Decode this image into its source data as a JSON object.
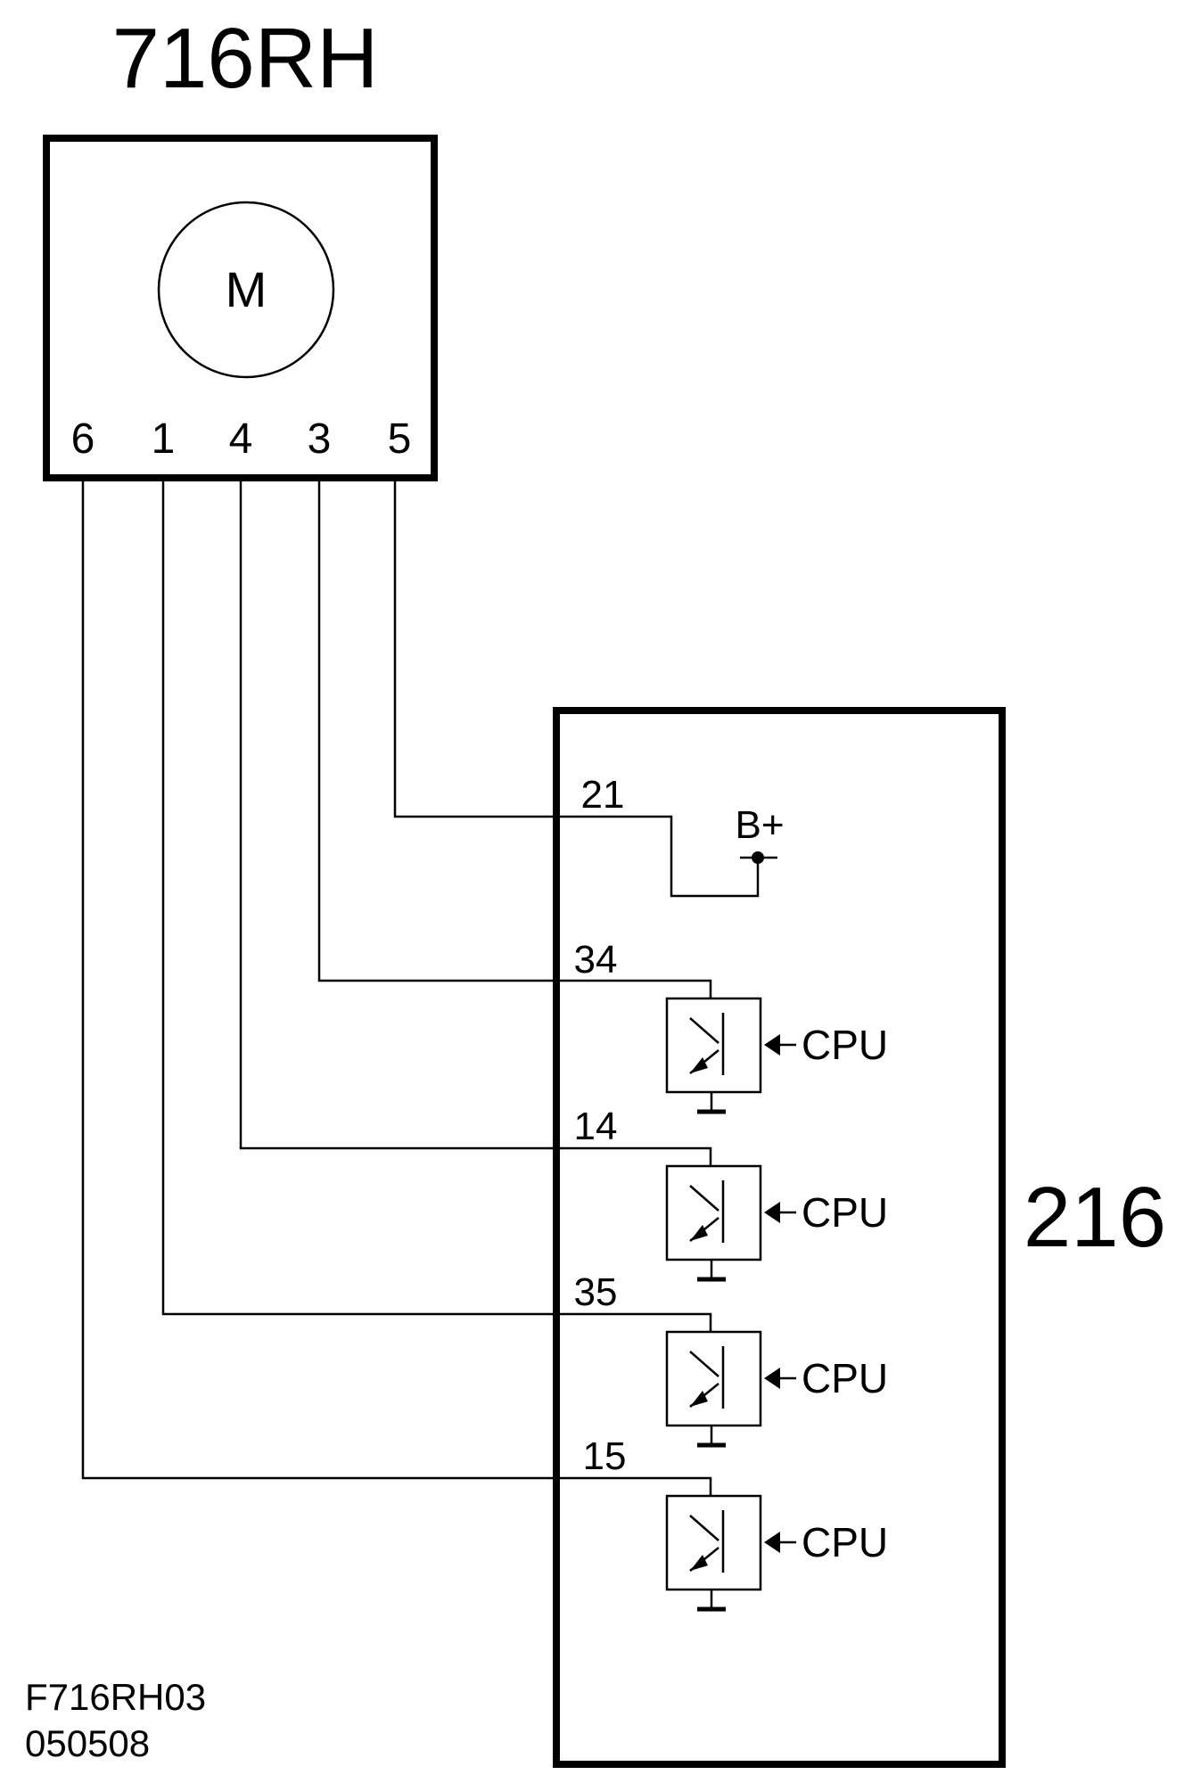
{
  "motor_module": {
    "title": "716RH",
    "symbol": "M",
    "pins": [
      "6",
      "1",
      "4",
      "3",
      "5"
    ]
  },
  "control_module": {
    "title": "216",
    "supply_label": "B+",
    "terminals": [
      "21",
      "34",
      "14",
      "35",
      "15"
    ],
    "driver_input_labels": [
      "CPU",
      "CPU",
      "CPU",
      "CPU"
    ]
  },
  "connections": [
    {
      "from_pin": "5",
      "to_terminal": "21"
    },
    {
      "from_pin": "3",
      "to_terminal": "34"
    },
    {
      "from_pin": "4",
      "to_terminal": "14"
    },
    {
      "from_pin": "1",
      "to_terminal": "35"
    },
    {
      "from_pin": "6",
      "to_terminal": "15"
    }
  ],
  "footer": {
    "drawing_id": "F716RH03",
    "date_code": "050508"
  }
}
